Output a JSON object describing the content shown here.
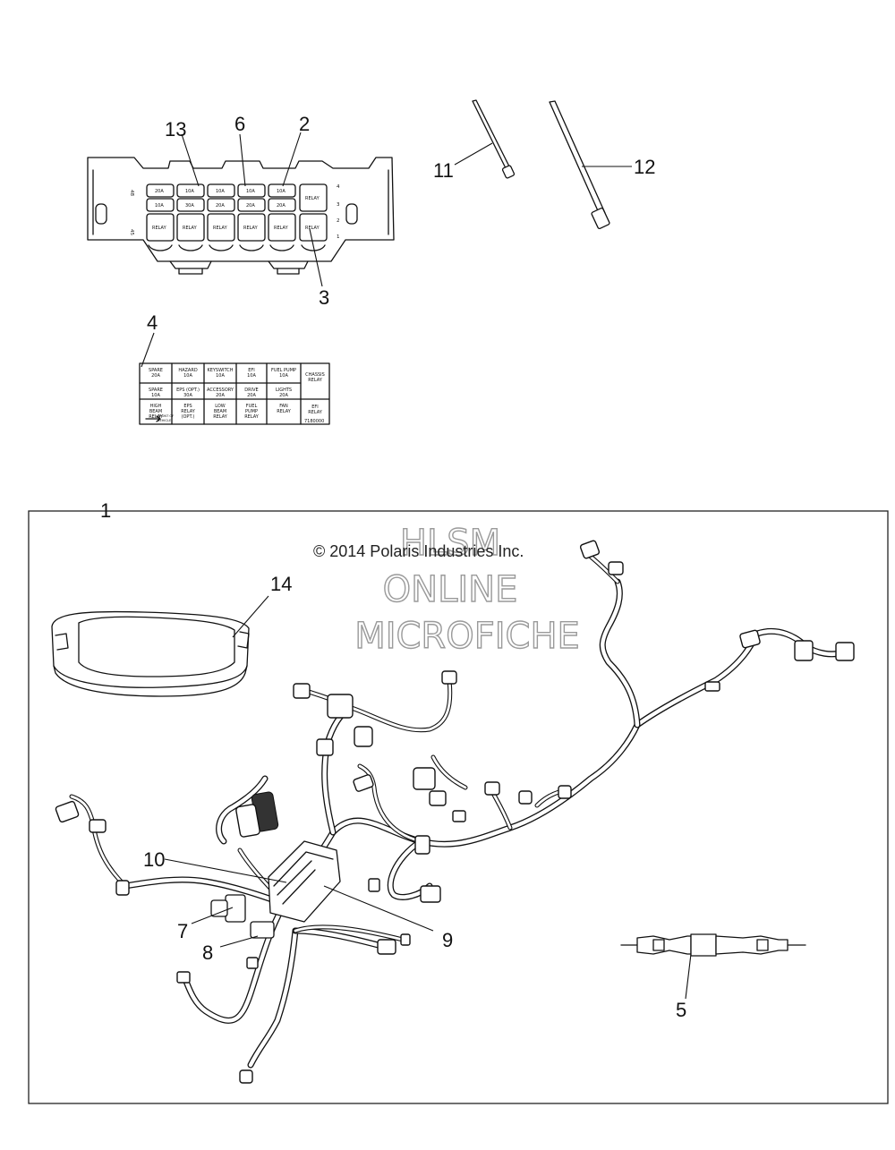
{
  "copyright": "© 2014 Polaris Industries Inc.",
  "watermark": {
    "line1": "HLSM",
    "line2": "ONLINE",
    "line3": "MICROFICHE"
  },
  "callouts": {
    "c1": "1",
    "c2": "2",
    "c3": "3",
    "c4": "4",
    "c5": "5",
    "c6": "6",
    "c7": "7",
    "c8": "8",
    "c9": "9",
    "c10": "10",
    "c11": "11",
    "c12": "12",
    "c13": "13",
    "c14": "14"
  },
  "fuse_box": {
    "row1": [
      "20A",
      "10A",
      "10A",
      "10A",
      "10A"
    ],
    "row1_end": "RELAY",
    "row2": [
      "10A",
      "30A",
      "20A",
      "20A",
      "20A"
    ],
    "row3": [
      "RELAY",
      "RELAY",
      "RELAY",
      "RELAY",
      "RELAY",
      "RELAY"
    ],
    "side_left_top": "48",
    "side_left_bottom": "45",
    "side_right": [
      "4",
      "3",
      "2",
      "1"
    ]
  },
  "decal": {
    "rows": [
      [
        "SPARE\n20A",
        "HAZARD\n10A",
        "KEYSWITCH\n10A",
        "EFI\n10A",
        "FUEL PUMP\n10A"
      ],
      [
        "SPARE\n10A",
        "EPS (OPT.)\n30A",
        "ACCESSORY\n20A",
        "DRIVE\n20A",
        "LIGHTS\n20A"
      ],
      [
        "HIGH\nBEAM\nRELAY",
        "EPS\nRELAY\n(OPT.)",
        "LOW\nBEAM\nRELAY",
        "FUEL\nPUMP\nRELAY",
        "FAN\nRELAY"
      ]
    ],
    "right_col": [
      "CHASSIS\nRELAY",
      "EFI\nRELAY"
    ],
    "arrow_text": "FRONT OF\nVEHICLE",
    "part_number": "7180000"
  }
}
